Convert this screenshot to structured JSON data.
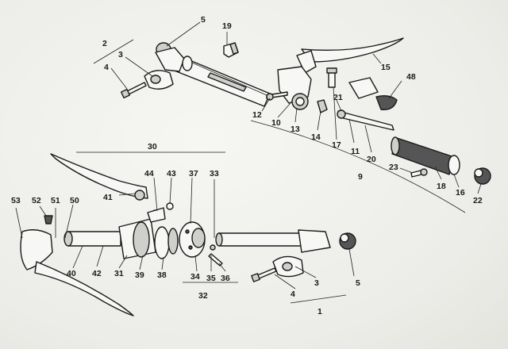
{
  "callouts": {
    "n1": "1",
    "n2": "2",
    "n3": "3",
    "n3b": "3",
    "n4": "4",
    "n4b": "4",
    "n5": "5",
    "n5b": "5",
    "n9": "9",
    "n10": "10",
    "n11": "11",
    "n12": "12",
    "n13": "13",
    "n14": "14",
    "n15": "15",
    "n16": "16",
    "n17": "17",
    "n18": "18",
    "n19": "19",
    "n20": "20",
    "n21": "21",
    "n22": "22",
    "n23": "23",
    "n30": "30",
    "n31": "31",
    "n32": "32",
    "n33": "33",
    "n34": "34",
    "n35": "35",
    "n36": "36",
    "n37": "37",
    "n38": "38",
    "n39": "39",
    "n40": "40",
    "n41": "41",
    "n42": "42",
    "n43": "43",
    "n44": "44",
    "n48": "48",
    "n50": "50",
    "n51": "51",
    "n52": "52",
    "n53": "53"
  }
}
